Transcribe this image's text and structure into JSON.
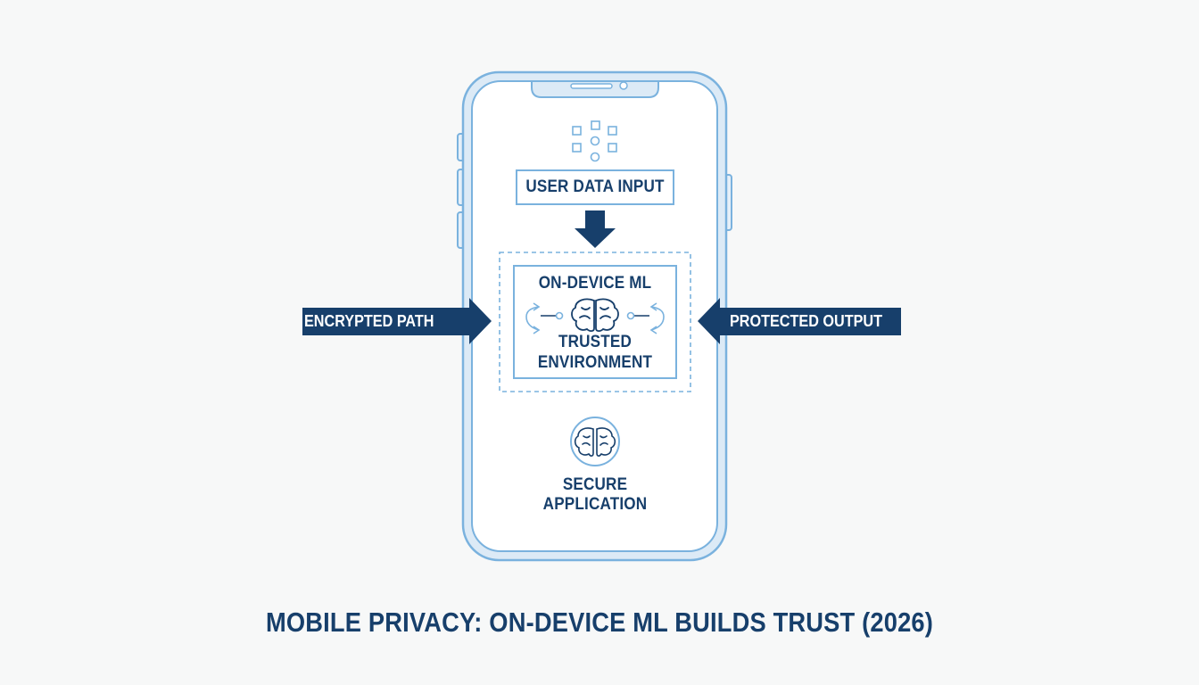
{
  "diagram": {
    "title": "MOBILE PRIVACY: ON-DEVICE ML BUILDS TRUST (2026)",
    "input_box": "USER DATA INPUT",
    "ml_box": {
      "line1": "ON-DEVICE ML",
      "line2": "TRUSTED",
      "line3": "ENVIRONMENT"
    },
    "left_arrow": "ENCRYPTED PATH",
    "right_arrow": "PROTECTED OUTPUT",
    "app": {
      "line1": "SECURE",
      "line2": "APPLICATION"
    }
  },
  "colors": {
    "navy": "#173f6b",
    "light_blue": "#7ab2de",
    "background": "#f7f8f8"
  },
  "icons": [
    "data-points-icon",
    "down-arrow-icon",
    "brain-icon",
    "loop-arrow-icon",
    "secure-brain-icon"
  ]
}
